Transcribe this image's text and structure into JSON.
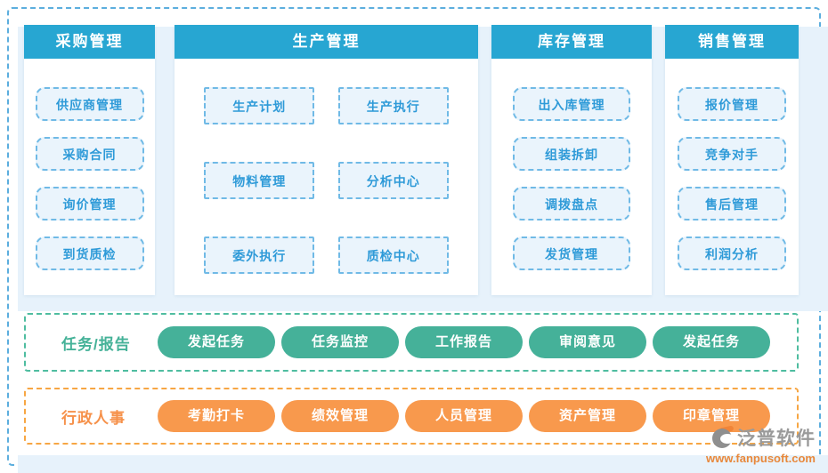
{
  "colors": {
    "frame_border": "#5caede",
    "panel_bg": "#e7f2fb",
    "header_bg": "#27a6d2",
    "module_btn_border": "#70bae6",
    "module_btn_bg": "#eaf4fc",
    "module_btn_text": "#2e9ad8",
    "task_green": "#45b199",
    "task_border": "#4fbda0",
    "hr_orange": "#f8994d",
    "hr_border": "#f7a643",
    "watermark_gray": "#9a9a9a",
    "watermark_orange": "#e8883b"
  },
  "columns": [
    {
      "title": "采购管理",
      "items": [
        "供应商管理",
        "采购合同",
        "询价管理",
        "到货质检"
      ]
    },
    {
      "title": "生产管理",
      "items": [
        "生产计划",
        "生产执行",
        "物料管理",
        "分析中心",
        "委外执行",
        "质检中心"
      ]
    },
    {
      "title": "库存管理",
      "items": [
        "出入库管理",
        "组装拆卸",
        "调拨盘点",
        "发货管理"
      ]
    },
    {
      "title": "销售管理",
      "items": [
        "报价管理",
        "竞争对手",
        "售后管理",
        "利润分析"
      ]
    }
  ],
  "task_row": {
    "label": "任务/报告",
    "items": [
      "发起任务",
      "任务监控",
      "工作报告",
      "审阅意见",
      "发起任务"
    ]
  },
  "hr_row": {
    "label": "行政人事",
    "items": [
      "考勤打卡",
      "绩效管理",
      "人员管理",
      "资产管理",
      "印章管理"
    ]
  },
  "watermark": {
    "name": "泛普软件",
    "url": "www.fanpusoft.com"
  }
}
